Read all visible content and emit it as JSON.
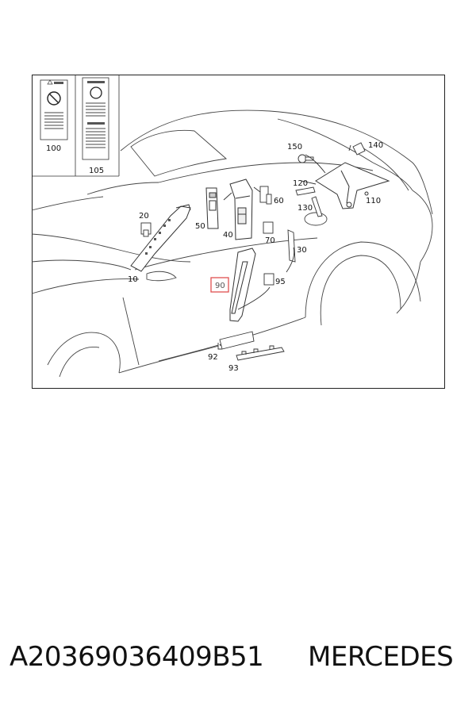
{
  "diagram": {
    "callouts": {
      "c100": "100",
      "c105": "105",
      "c10": "10",
      "c20": "20",
      "c50": "50",
      "c40": "40",
      "c60": "60",
      "c70": "70",
      "c90": "90",
      "c92": "92",
      "c93": "93",
      "c95": "95",
      "c30": "30",
      "c120": "120",
      "c130": "130",
      "c150": "150",
      "c140": "140",
      "c110": "110"
    },
    "highlight_color": "#e05050",
    "line_color": "#333333"
  },
  "caption": {
    "part_number": "A20369036409B51",
    "brand": "MERCEDES"
  }
}
